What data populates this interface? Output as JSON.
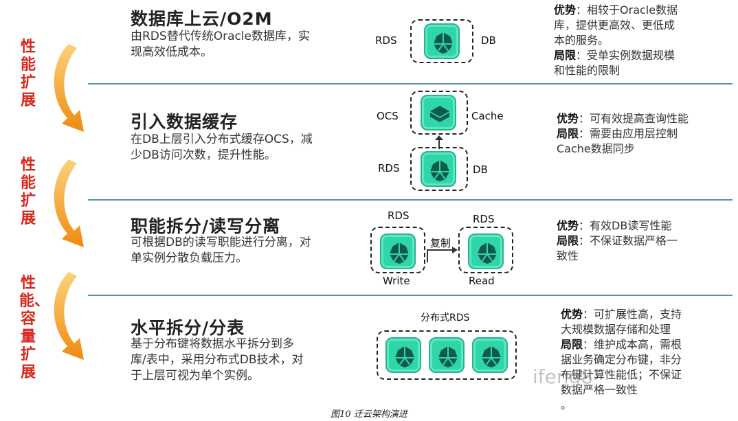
{
  "left_labels": [
    {
      "text": "性能扩展"
    },
    {
      "text": "性能扩展"
    },
    {
      "text": "性能、容量扩展"
    }
  ],
  "rows": [
    {
      "title": "数据库上云/O2M",
      "desc_lines": [
        "由RDS替代传统Oracle数据库，实",
        "现高效低成本。"
      ],
      "diagram": {
        "left": "RDS",
        "right": "DB"
      },
      "adv_label": "优势",
      "adv": [
        "：相较于Oracle数据",
        "库，提供更高效、更低成",
        "本的服务。"
      ],
      "lim_label": "局限",
      "lim": [
        "：受单实例数据规模",
        "和性能的限制"
      ]
    },
    {
      "title": "引入数据缓存",
      "desc_lines": [
        "在DB上层引入分布式缓存OCS，减",
        "少DB访问次数，提升性能。"
      ],
      "diagram": {
        "top_left": "OCS",
        "top_right": "Cache",
        "bottom_left": "RDS",
        "bottom_right": "DB"
      },
      "adv_label": "优势",
      "adv": [
        "：可有效提高查询性能"
      ],
      "lim_label": "局限",
      "lim": [
        "：需要由应用层控制",
        "Cache数据同步"
      ]
    },
    {
      "title": "职能拆分/读写分离",
      "desc_lines": [
        "可根据DB的读写职能进行分离，对",
        "单实例分散负载压力。"
      ],
      "diagram": {
        "left_top": "RDS",
        "left_bottom": "Write",
        "arrow_label": "复制",
        "right_top": "RDS",
        "right_bottom": "Read"
      },
      "adv_label": "优势",
      "adv": [
        "：有效DB读写性能"
      ],
      "lim_label": "局限",
      "lim": [
        "：不保证数据严格一",
        "致性"
      ]
    },
    {
      "title": "水平拆分/分表",
      "desc_lines": [
        "基于分布键将数据水平拆分到多",
        "库/表中，采用分布式DB技术，对",
        "于上层可视为单个实例。"
      ],
      "diagram": {
        "top": "分布式RDS"
      },
      "adv_label": "优势",
      "adv": [
        "：可扩展性高，支持",
        "大规模数据存储和处理"
      ],
      "lim_label": "局限",
      "lim": [
        "：维护成本高，需根",
        "据业务确定分布键，非分",
        "布键计算性能低；不保证",
        "数据严格一致性",
        "。"
      ]
    }
  ],
  "watermark": "ifeng8",
  "caption": "图10  迁云架构演进",
  "colors": {
    "accent_red": "#d7261e",
    "arrow_orange": "#f59a1b",
    "db_green": "#2fd6a9",
    "divider": "#5a8fa8"
  }
}
